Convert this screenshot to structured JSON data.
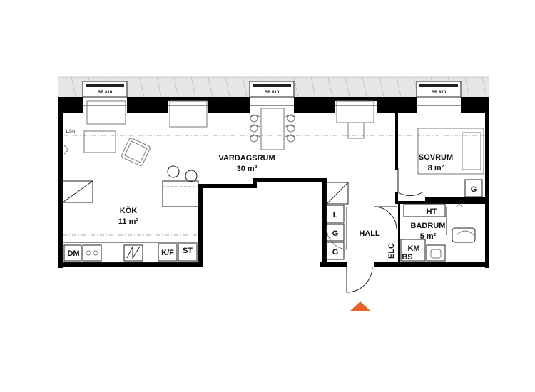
{
  "rooms": {
    "vardagsrum": {
      "name": "VARDAGSRUM",
      "area": "30 m²"
    },
    "kok": {
      "name": "KÖK",
      "area": "11 m²"
    },
    "sovrum": {
      "name": "SOVRUM",
      "area": "8 m²"
    },
    "badrum": {
      "name": "BADRUM",
      "area": "5 m²"
    },
    "hall": {
      "name": "HALL"
    }
  },
  "labels": {
    "window_1": "BR 810",
    "window_2": "BR 810",
    "window_3": "BR 810",
    "ceiling_height": "1,9m",
    "dm": "DM",
    "kf": "K/F",
    "st": "ST",
    "ht": "HT",
    "km": "KM",
    "bs": "BS",
    "elc": "ELC",
    "hall_l": "L",
    "hall_g1": "G",
    "hall_g2": "G",
    "sovrum_g": "G"
  },
  "colors": {
    "wall": "#000000",
    "roof": "#e6e6e6",
    "entrance_marker": "#e8622c"
  },
  "icons": {
    "entrance": "entrance-arrow-icon"
  }
}
